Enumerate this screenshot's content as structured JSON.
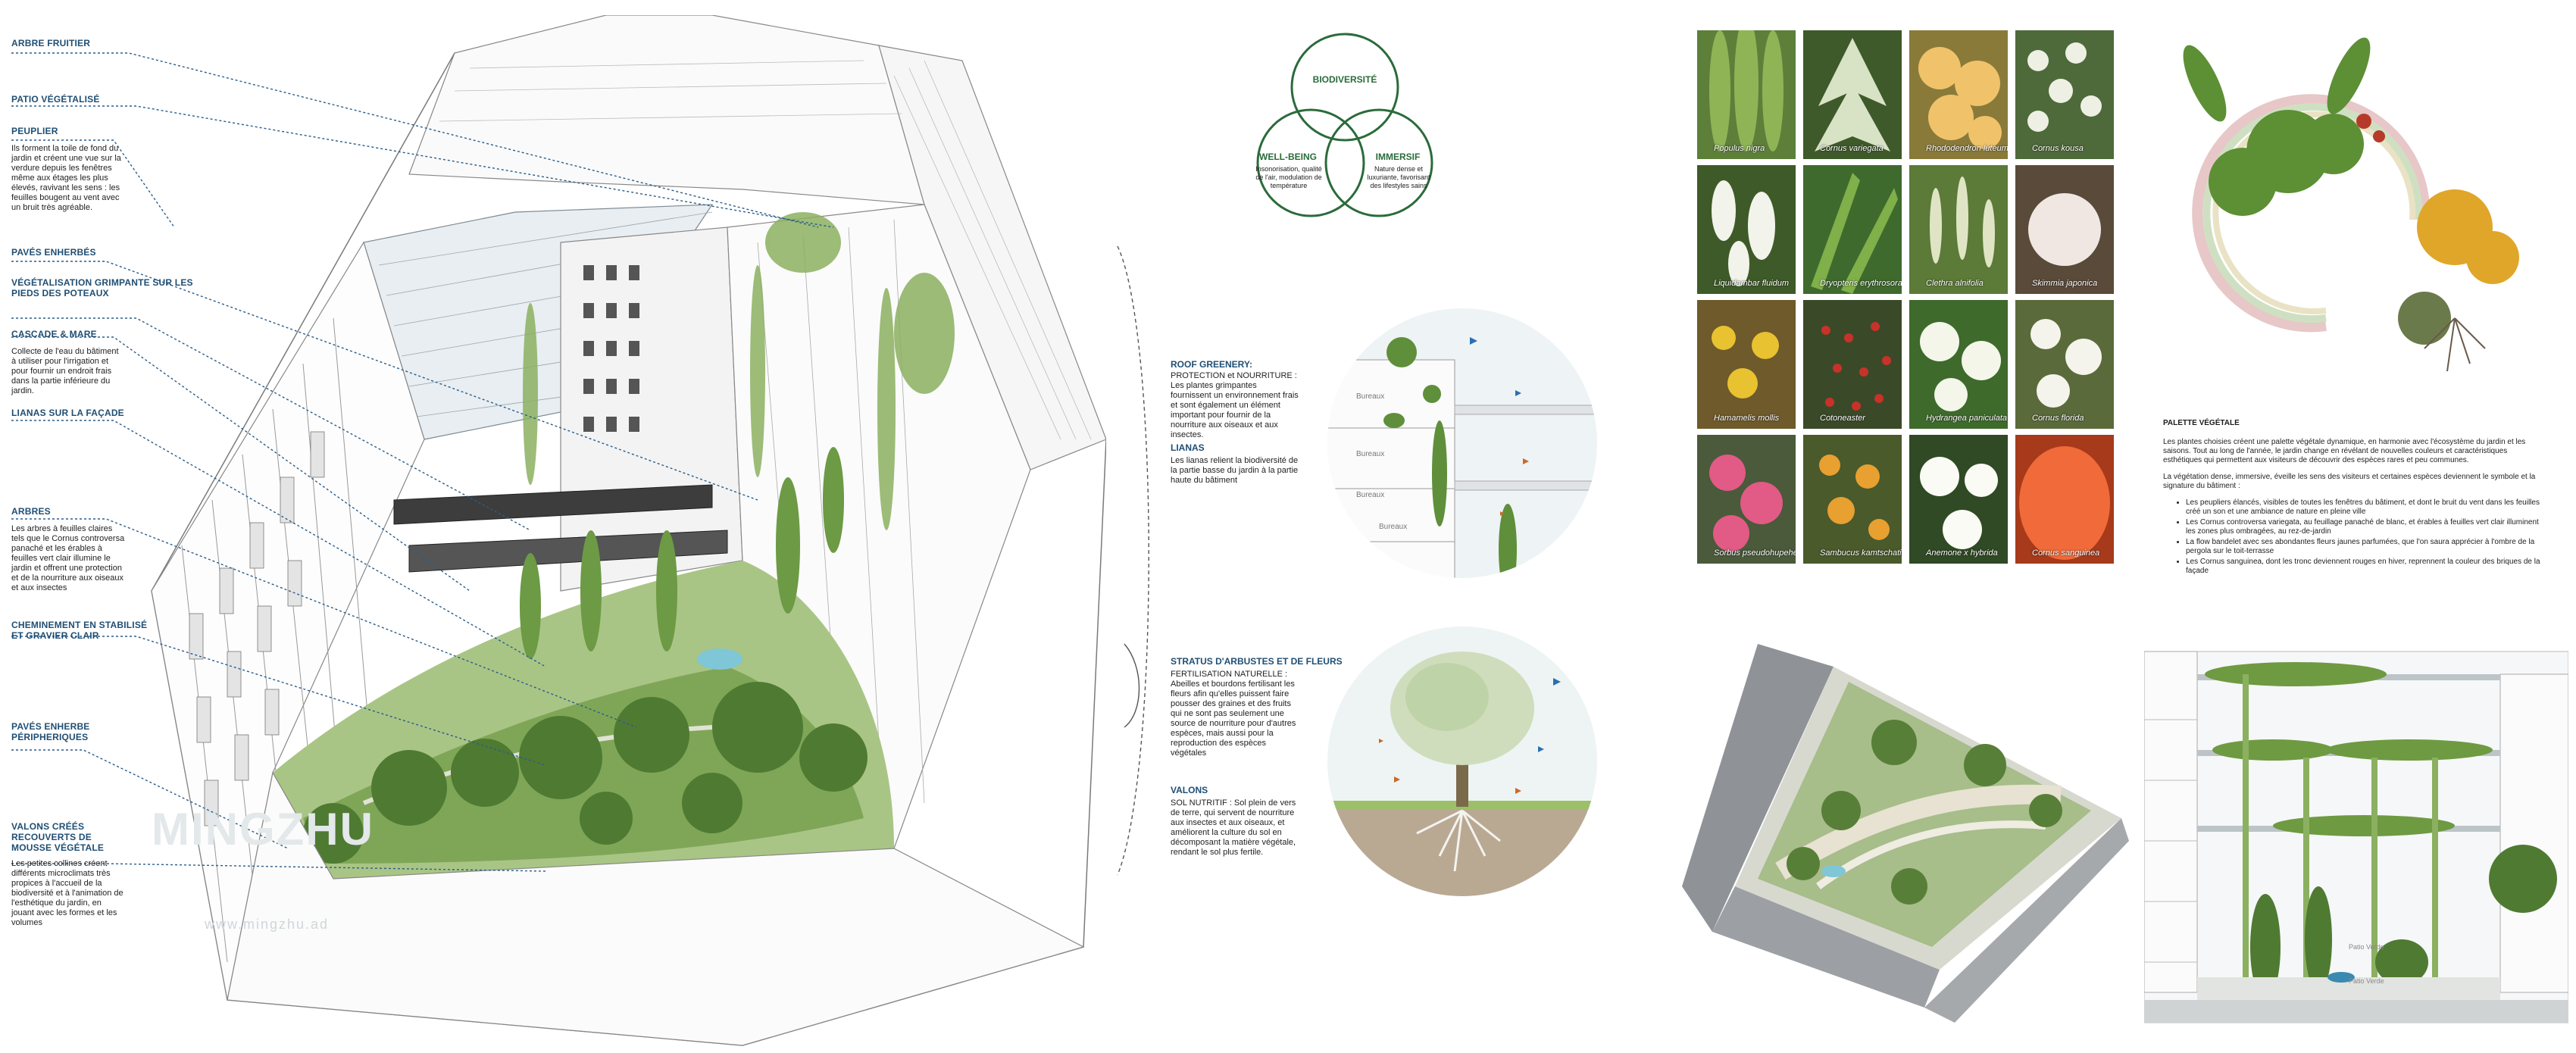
{
  "left_labels": [
    {
      "title": "ARBRE FRUITIER",
      "body": ""
    },
    {
      "title": "PATIO VÉGÉTALISÉ",
      "body": ""
    },
    {
      "title": "PEUPLIER",
      "body": "Ils forment la toile de fond du jardin et créent une vue sur la verdure depuis les fenêtres même aux étages les plus élevés, ravivant les sens : les feuilles bougent au vent avec un bruit très agréable."
    },
    {
      "title": "PAVÉS ENHERBÉS",
      "body": ""
    },
    {
      "title": "VÉGÉTALISATION GRIMPANTE SUR LES PIEDS DES POTEAUX",
      "body": ""
    },
    {
      "title": "CASCADE & MARE",
      "body": "Collecte de l'eau du bâtiment à utiliser pour l'irrigation et pour fournir un endroit frais dans la partie inférieure du jardin."
    },
    {
      "title": "LIANAS SUR LA FAÇADE",
      "body": ""
    },
    {
      "title": "ARBRES",
      "body": "Les arbres à feuilles claires tels que le Cornus controversa panaché et les érables à feuilles vert clair illumine le jardin et offrent une protection et de la nourriture aux oiseaux et aux insectes"
    },
    {
      "title": "CHEMINEMENT EN STABILISÉ ET GRAVIER CLAIR",
      "body": ""
    },
    {
      "title": "PAVÉS ENHERBE PÉRIPHERIQUES",
      "body": ""
    },
    {
      "title": "VALONS CRÉÉS RECOUVERTS DE MOUSSE VÉGÉTALE",
      "body": "Les petites collines créent différents microclimats très propices à l'accueil de la biodiversité et à l'animation de l'esthétique du jardin, en jouant avec les formes et les volumes"
    }
  ],
  "watermark": {
    "brand": "MINGZHU",
    "url": "www.mingzhu.ad"
  },
  "venn": {
    "top": {
      "title": "BIODIVERSITÉ",
      "body": ""
    },
    "left": {
      "title": "WELL-BEING",
      "body": "Insonorisation, qualité de l'air, modulation de température"
    },
    "right": {
      "title": "IMMERSIF",
      "body": "Nature dense et luxuriante, favorisant des lifestyles sains"
    }
  },
  "middle_texts": [
    {
      "title": "ROOF GREENERY:",
      "body": "PROTECTION et NOURRITURE : Les plantes grimpantes fournissent un environnement frais et sont également un élément important pour fournir de la nourriture aux oiseaux et aux insectes."
    },
    {
      "title": "LIANAS",
      "body": "Les lianas relient la biodiversité de la partie basse du jardin à la partie haute du bâtiment"
    },
    {
      "title": "STRATUS D'ARBUSTES ET DE FLEURS",
      "body": "FERTILISATION NATURELLE : Abeilles et bourdons fertilisant les fleurs afin qu'elles puissent faire pousser des graines et des fruits qui ne sont pas seulement une source de nourriture pour d'autres espèces, mais aussi pour la reproduction des espèces végétales"
    },
    {
      "title": "VALONS",
      "body": "SOL NUTRITIF : Sol plein de vers de terre, qui servent de nourriture aux insectes et aux oiseaux, et améliorent la culture du sol en décomposant la matière végétale, rendant le sol plus fertile."
    }
  ],
  "circle_labels": [
    "Bureaux",
    "Bureaux",
    "Bureaux",
    "Bureaux"
  ],
  "plant_tiles": [
    {
      "name": "Populus nigra",
      "bg": "#5d7f3a",
      "fg": "#8fb456"
    },
    {
      "name": "Cornus variegata",
      "bg": "#3f5a2a",
      "fg": "#d8e3c6"
    },
    {
      "name": "Rhododendron luteum",
      "bg": "#8a7a3a",
      "fg": "#f0c36a"
    },
    {
      "name": "Cornus kousa",
      "bg": "#4e6a3a",
      "fg": "#eef0e4"
    },
    {
      "name": "Liquidambar fluidum",
      "bg": "#3e5a28",
      "fg": "#f2f3ea"
    },
    {
      "name": "Dryopteris erythrosora",
      "bg": "#3f6a2e",
      "fg": "#7fb049"
    },
    {
      "name": "Clethra alnifolia",
      "bg": "#5c7a38",
      "fg": "#dfe5c4"
    },
    {
      "name": "Skimmia japonica",
      "bg": "#5a4a3a",
      "fg": "#f1e7e2"
    },
    {
      "name": "Hamamelis mollis",
      "bg": "#6e5a2a",
      "fg": "#e8c230"
    },
    {
      "name": "Cotoneaster",
      "bg": "#3a4a28",
      "fg": "#c8322a"
    },
    {
      "name": "Hydrangea paniculata",
      "bg": "#3e6a2c",
      "fg": "#f4f6ea"
    },
    {
      "name": "Cornus florida",
      "bg": "#5a6a3a",
      "fg": "#f4f4ec"
    },
    {
      "name": "Sorbus pseudohupehensis",
      "bg": "#4a5a3a",
      "fg": "#e25a86"
    },
    {
      "name": "Sambucus kamtschatica",
      "bg": "#4a5a2a",
      "fg": "#e8a030"
    },
    {
      "name": "Anemone x hybrida",
      "bg": "#2f4a24",
      "fg": "#fbfbf5"
    },
    {
      "name": "Cornus sanguinea",
      "bg": "#a63a1a",
      "fg": "#f06a3a"
    }
  ],
  "palette": {
    "title": "PALETTE VÉGÉTALE",
    "intro1": "Les plantes choisies créent une palette végétale dynamique, en harmonie avec l'écosystème du jardin et les saisons. Tout au long de l'année, le jardin change en révélant de nouvelles couleurs et caractéristiques esthétiques qui permettent aux visiteurs de découvrir des espèces rares et peu communes.",
    "intro2": "La végétation dense, immersive, éveille les sens des visiteurs et certaines espèces deviennent le symbole et la signature du bâtiment :",
    "items": [
      "Les peupliers élancés, visibles de toutes les fenêtres du bâtiment, et dont le bruit du vent dans les feuilles créé un son et une ambiance de nature en pleine ville",
      "Les Cornus controversa variegata, au feuillage panaché de blanc, et érables à feuilles vert clair illuminent les zones plus ombragées, au rez-de-jardin",
      "La flow bandelet avec ses abondantes fleurs jaunes parfumées, que l'on saura apprécier à l'ombre de la pergola sur le toit-terrasse",
      "Les Cornus sanguinea, dont les tronc deviennent rouges en hiver, reprennent la couleur des briques de la façade"
    ]
  },
  "section_labels": [
    "Patio Verde",
    "Patio Verde"
  ],
  "colors": {
    "label_blue": "#1f4e73",
    "venn_green": "#2b6b3b",
    "leader_line": "#2a5d8a"
  }
}
